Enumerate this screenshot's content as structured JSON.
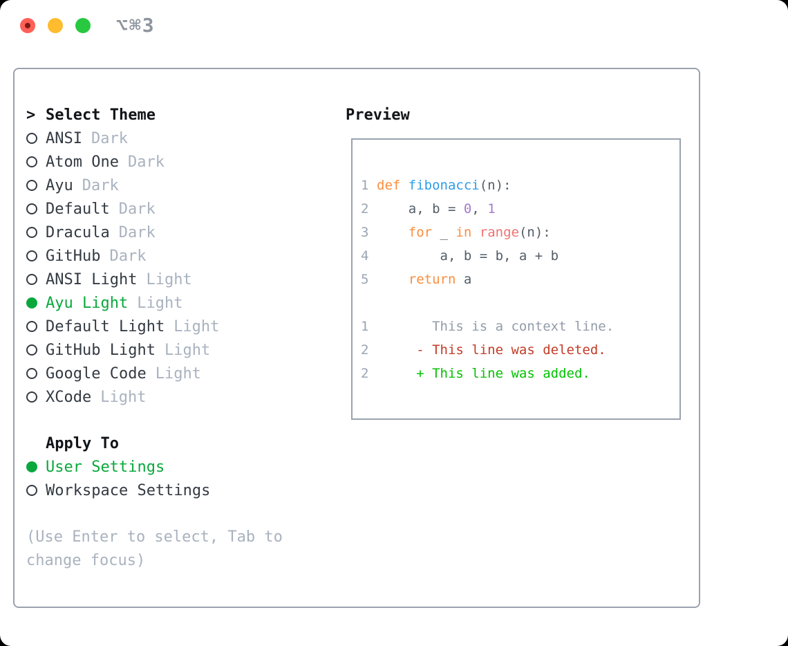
{
  "titlebar": {
    "shortcut": "⌥⌘3"
  },
  "window_controls": [
    {
      "name": "close",
      "color": "#ff5f57",
      "dot": true
    },
    {
      "name": "minimize",
      "color": "#febc2e",
      "dot": false
    },
    {
      "name": "zoom",
      "color": "#28c840",
      "dot": false
    }
  ],
  "theme_selector": {
    "prompt": ">",
    "title": "Select Theme",
    "items": [
      {
        "name": "ANSI",
        "variant": "Dark",
        "selected": false
      },
      {
        "name": "Atom One",
        "variant": "Dark",
        "selected": false
      },
      {
        "name": "Ayu",
        "variant": "Dark",
        "selected": false
      },
      {
        "name": "Default",
        "variant": "Dark",
        "selected": false
      },
      {
        "name": "Dracula",
        "variant": "Dark",
        "selected": false
      },
      {
        "name": "GitHub",
        "variant": "Dark",
        "selected": false
      },
      {
        "name": "ANSI Light",
        "variant": "Light",
        "selected": false
      },
      {
        "name": "Ayu Light",
        "variant": "Light",
        "selected": true
      },
      {
        "name": "Default Light",
        "variant": "Light",
        "selected": false
      },
      {
        "name": "GitHub Light",
        "variant": "Light",
        "selected": false
      },
      {
        "name": "Google Code",
        "variant": "Light",
        "selected": false
      },
      {
        "name": "XCode",
        "variant": "Light",
        "selected": false
      }
    ]
  },
  "apply_to": {
    "title": "Apply To",
    "items": [
      {
        "label": "User Settings",
        "selected": true
      },
      {
        "label": "Workspace Settings",
        "selected": false
      }
    ]
  },
  "hint": {
    "text": "(Use Enter to select, Tab to change focus)"
  },
  "preview": {
    "title": "Preview",
    "code_lines": [
      {
        "num": "1",
        "tokens": [
          [
            "kw",
            "def"
          ],
          [
            "pl",
            " "
          ],
          [
            "fn",
            "fibonacci"
          ],
          [
            "pl",
            "(n):"
          ]
        ]
      },
      {
        "num": "2",
        "tokens": [
          [
            "pl",
            "    a, b = "
          ],
          [
            "nu",
            "0"
          ],
          [
            "pl",
            ", "
          ],
          [
            "nu",
            "1"
          ]
        ]
      },
      {
        "num": "3",
        "tokens": [
          [
            "pl",
            "    "
          ],
          [
            "kw",
            "for"
          ],
          [
            "pl",
            " _ "
          ],
          [
            "kw",
            "in"
          ],
          [
            "pl",
            " "
          ],
          [
            "bi",
            "range"
          ],
          [
            "pl",
            "(n):"
          ]
        ]
      },
      {
        "num": "4",
        "tokens": [
          [
            "pl",
            "        a, b = b, a + b"
          ]
        ]
      },
      {
        "num": "5",
        "tokens": [
          [
            "pl",
            "    "
          ],
          [
            "kw",
            "return"
          ],
          [
            "pl",
            " a"
          ]
        ]
      },
      {
        "num": "",
        "tokens": []
      },
      {
        "num": "1",
        "tokens": [
          [
            "ctx",
            "       This is a context line."
          ]
        ]
      },
      {
        "num": "2",
        "tokens": [
          [
            "del",
            "     - This line was deleted."
          ]
        ]
      },
      {
        "num": "2",
        "tokens": [
          [
            "add",
            "     + This line was added."
          ]
        ]
      }
    ]
  },
  "colors": {
    "window_bg": "#ffffff",
    "border_gray": "#9aa2ad",
    "header_black": "#111418",
    "text_dark": "#333a42",
    "muted_gray": "#a9b2bf",
    "selection_green": "#0aa83c",
    "shortcut_gray": "#8e959e",
    "line_number": "#9aa4b2",
    "code_plain": "#535d66",
    "keyword_orange": "#fa8d3e",
    "function_blue": "#2f9de6",
    "builtin_coral": "#f07171",
    "number_purple": "#a37acc",
    "context_gray": "#929ca9",
    "deleted_red": "#c23b26",
    "added_green": "#02c102",
    "traffic_red": "#ff5f57",
    "traffic_yellow": "#febc2e",
    "traffic_green": "#28c840",
    "dot_red": "#7d1a12"
  }
}
